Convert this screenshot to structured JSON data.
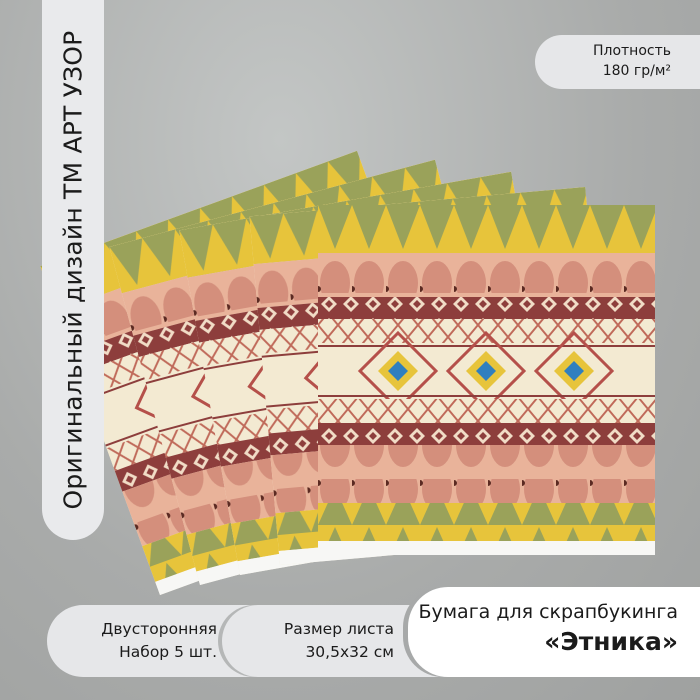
{
  "vertical_banner": {
    "text": "Оригинальный дизайн ТМ АРТ УЗОР"
  },
  "density": {
    "label": "Плотность",
    "value": "180 гр/м²"
  },
  "features": {
    "line1": "Двусторонняя",
    "line2": "Набор 5 шт."
  },
  "size": {
    "label": "Размер листа",
    "value": "30,5х32 см"
  },
  "product": {
    "title": "Бумага для скрапбукинга",
    "name": "«Этника»"
  },
  "sheets_count": 5,
  "colors": {
    "yellow": "#e7c43b",
    "olive": "#9aa25a",
    "pink": "#e3a58e",
    "maroon": "#8d3e3c",
    "cream": "#f3ead2",
    "blue": "#2f7fbf"
  }
}
